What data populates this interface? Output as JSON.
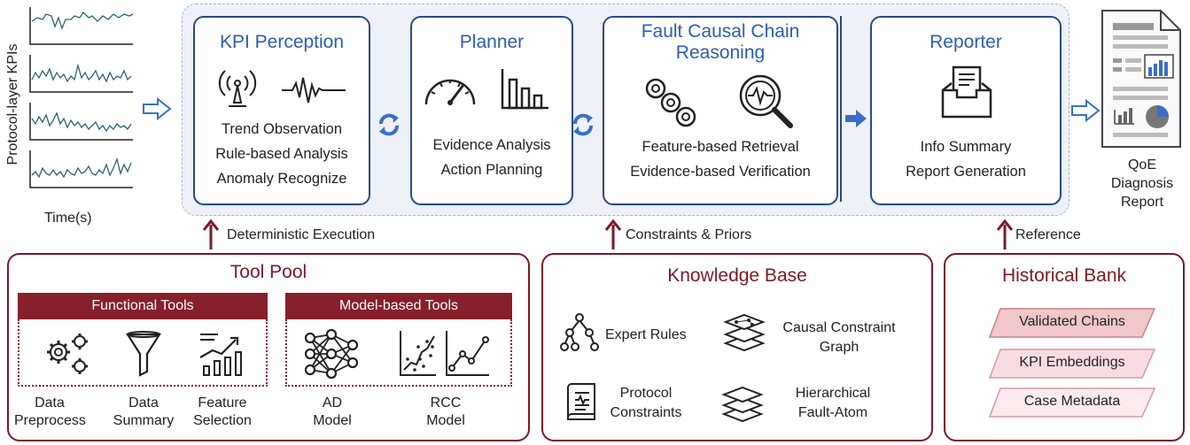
{
  "input": {
    "ylabel": "Protocol-layer KPIs",
    "xlabel": "Time(s)"
  },
  "stages": [
    {
      "title": "KPI Perception",
      "lines": [
        "Trend Observation",
        "Rule-based Analysis",
        "Anomaly Recognize"
      ]
    },
    {
      "title": "Planner",
      "lines": [
        "Evidence Analysis",
        "Action Planning"
      ]
    },
    {
      "title": "Fault Causal Chain",
      "title2": "Reasoning",
      "lines": [
        "Feature-based Retrieval",
        "Evidence-based Verification"
      ]
    },
    {
      "title": "Reporter",
      "lines": [
        "Info Summary",
        "Report Generation"
      ]
    }
  ],
  "output": {
    "lines": [
      "QoE",
      "Diagnosis",
      "Report"
    ]
  },
  "links": {
    "tool": "Deterministic Execution",
    "kb": "Constraints & Priors",
    "hist": "Reference"
  },
  "tool_pool": {
    "title": "Tool Pool",
    "functional": {
      "header": "Functional Tools",
      "items": [
        {
          "l1": "Data",
          "l2": "Preprocess"
        },
        {
          "l1": "Data",
          "l2": "Summary"
        },
        {
          "l1": "Feature",
          "l2": "Selection"
        }
      ]
    },
    "model": {
      "header": "Model-based Tools",
      "items": [
        {
          "l1": "AD",
          "l2": "Model"
        },
        {
          "l1": "RCC",
          "l2": "Model"
        }
      ]
    }
  },
  "knowledge_base": {
    "title": "Knowledge Base",
    "items": [
      {
        "l1": "Expert Rules",
        "l2": ""
      },
      {
        "l1": "Causal Constraint",
        "l2": "Graph"
      },
      {
        "l1": "Protocol",
        "l2": "Constraints"
      },
      {
        "l1": "Hierarchical",
        "l2": "Fault-Atom"
      }
    ]
  },
  "historical_bank": {
    "title": "Historical Bank",
    "items": [
      "Validated Chains",
      "KPI Embeddings",
      "Case Metadata"
    ]
  },
  "colors": {
    "blue": "#2b5fb0",
    "dark_blue": "#2b4a86",
    "maroon": "#7b1a26",
    "teal": "#2f6470"
  }
}
